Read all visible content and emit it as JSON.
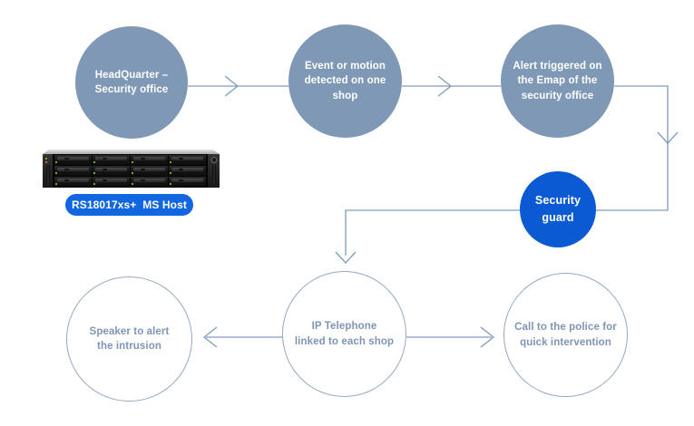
{
  "theme": {
    "canvas_bg": "#ffffff",
    "steel_fill": "#7e98b6",
    "steel_text": "#7e96b4",
    "outline_stroke": "#93a9c2",
    "accent_blue": "#0a5ad4",
    "badge_blue": "#1266e0",
    "line_color": "#7f9cbb",
    "node_text_light": "#ffffff"
  },
  "flowchart": {
    "top_row": [
      {
        "id": "headquarter",
        "label": "HeadQuarter –\nSecurity office"
      },
      {
        "id": "event",
        "label": "Event or motion\ndetected on one\nshop"
      },
      {
        "id": "alert",
        "label": "Alert triggered on\nthe Emap of the\nsecurity office"
      }
    ],
    "middle": {
      "security_guard": {
        "label": "Security\nguard"
      }
    },
    "bottom_row": [
      {
        "id": "speaker",
        "label": "Speaker to alert\nthe intrusion"
      },
      {
        "id": "ip_telephone",
        "label": "IP Telephone\nlinked to each shop"
      },
      {
        "id": "police",
        "label": "Call to the police for\nquick intervention"
      }
    ],
    "device": {
      "badge_label": "RS18017xs+  MS Host"
    }
  }
}
